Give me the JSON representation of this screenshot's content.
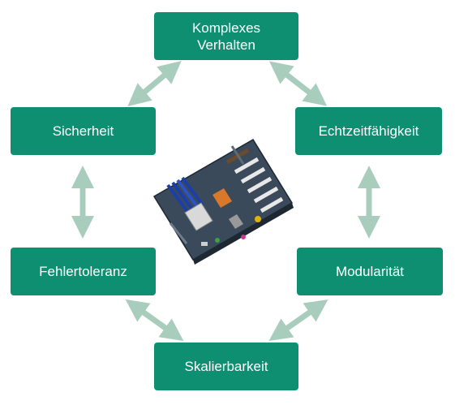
{
  "diagram": {
    "nodes": [
      {
        "id": "komplexes-verhalten",
        "label": "Komplexes\nVerhalten"
      },
      {
        "id": "sicherheit",
        "label": "Sicherheit"
      },
      {
        "id": "echtzeitfaehigkeit",
        "label": "Echtzeitfähigkeit"
      },
      {
        "id": "fehlertoleranz",
        "label": "Fehlertoleranz"
      },
      {
        "id": "modularitaet",
        "label": "Modularität"
      },
      {
        "id": "skalierbarkeit",
        "label": "Skalierbarkeit"
      }
    ],
    "edges": [
      {
        "from": "komplexes-verhalten",
        "to": "sicherheit"
      },
      {
        "from": "komplexes-verhalten",
        "to": "echtzeitfaehigkeit"
      },
      {
        "from": "sicherheit",
        "to": "fehlertoleranz"
      },
      {
        "from": "echtzeitfaehigkeit",
        "to": "modularitaet"
      },
      {
        "from": "fehlertoleranz",
        "to": "skalierbarkeit"
      },
      {
        "from": "modularitaet",
        "to": "skalierbarkeit"
      }
    ],
    "center_image": "motherboard-image",
    "colors": {
      "node_fill": "#0e8f72",
      "node_text": "#ffffff",
      "arrow": "#a8cdbd"
    }
  }
}
